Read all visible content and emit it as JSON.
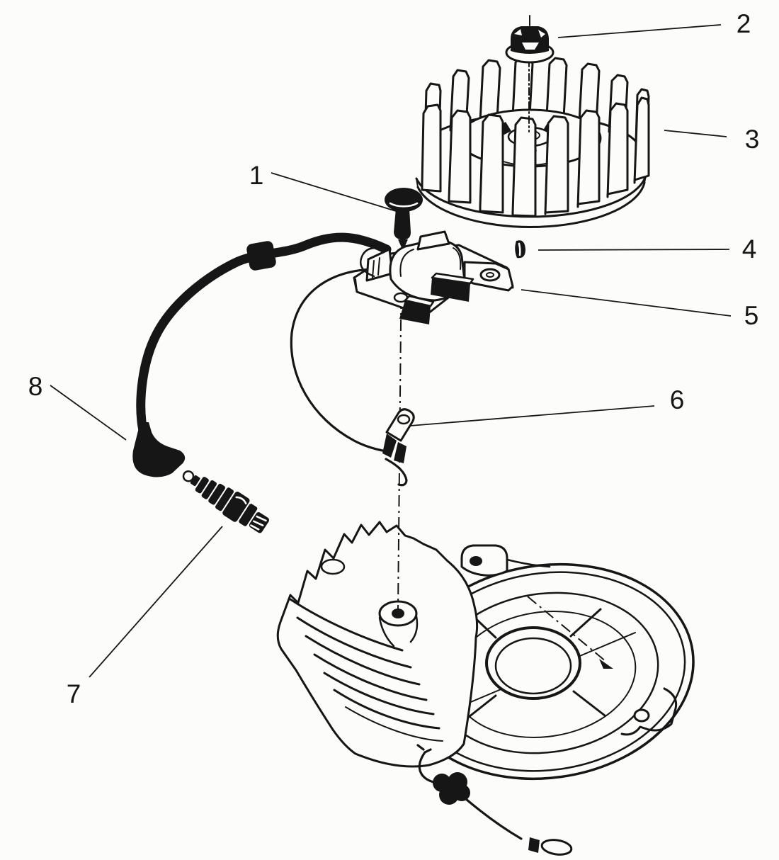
{
  "figure": {
    "colors": {
      "background": "#fcfcfa",
      "line": "#161616"
    },
    "callouts": [
      {
        "label": "1"
      },
      {
        "label": "2"
      },
      {
        "label": "3"
      },
      {
        "label": "4"
      },
      {
        "label": "5"
      },
      {
        "label": "6"
      },
      {
        "label": "7"
      },
      {
        "label": "8"
      }
    ]
  }
}
